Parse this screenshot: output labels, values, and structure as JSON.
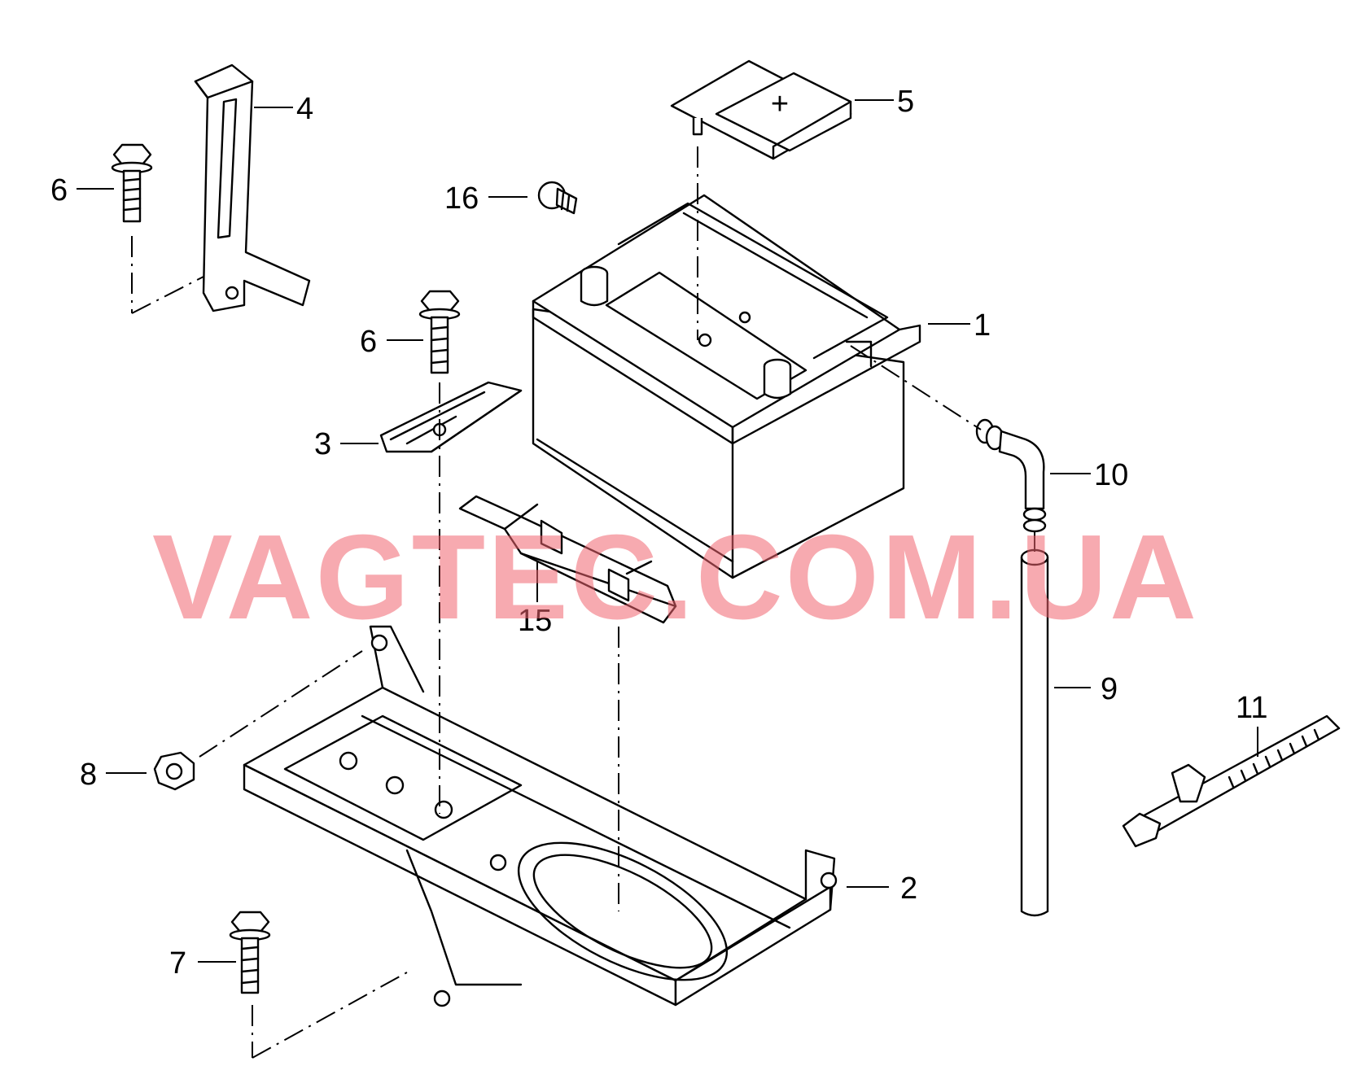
{
  "watermark": "VAGTEC.COM.UA",
  "callouts": {
    "c1": "1",
    "c2": "2",
    "c3": "3",
    "c4": "4",
    "c5": "5",
    "c6a": "6",
    "c6b": "6",
    "c7": "7",
    "c8": "8",
    "c9": "9",
    "c10": "10",
    "c11": "11",
    "c15": "15",
    "c16": "16"
  },
  "terminal_cover_symbol": "+"
}
